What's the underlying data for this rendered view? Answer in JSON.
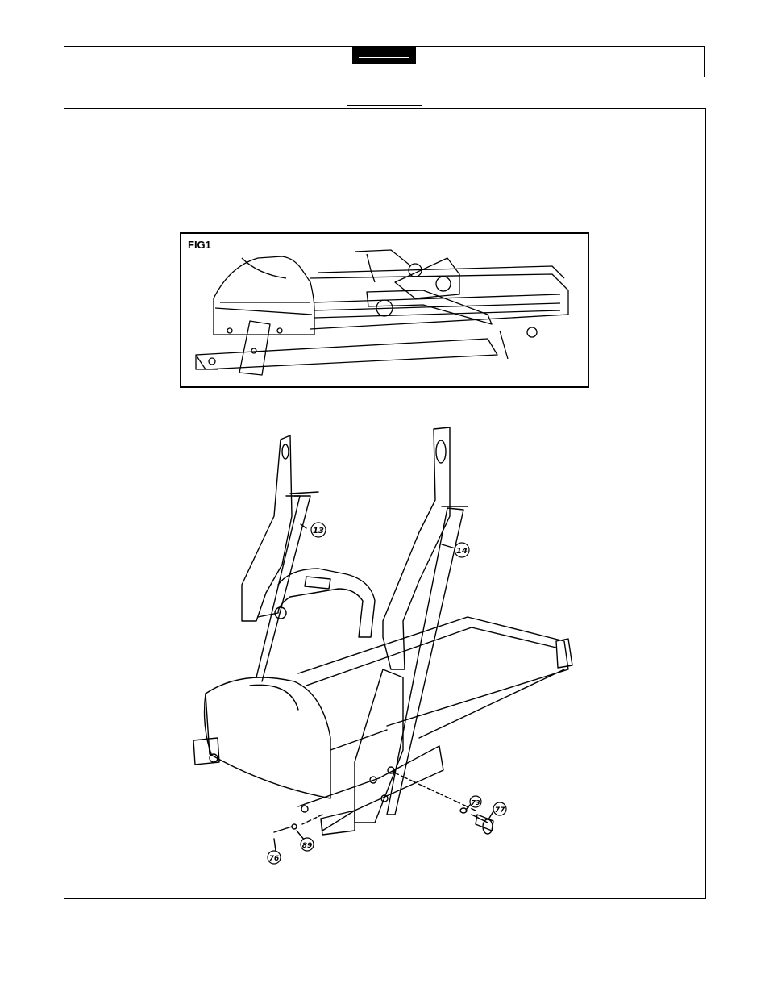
{
  "fig1": {
    "label": "FIG1"
  },
  "parts": {
    "p13": "13",
    "p14": "14",
    "p73": "73",
    "p77": "77",
    "p76": "76",
    "p89": "89"
  }
}
